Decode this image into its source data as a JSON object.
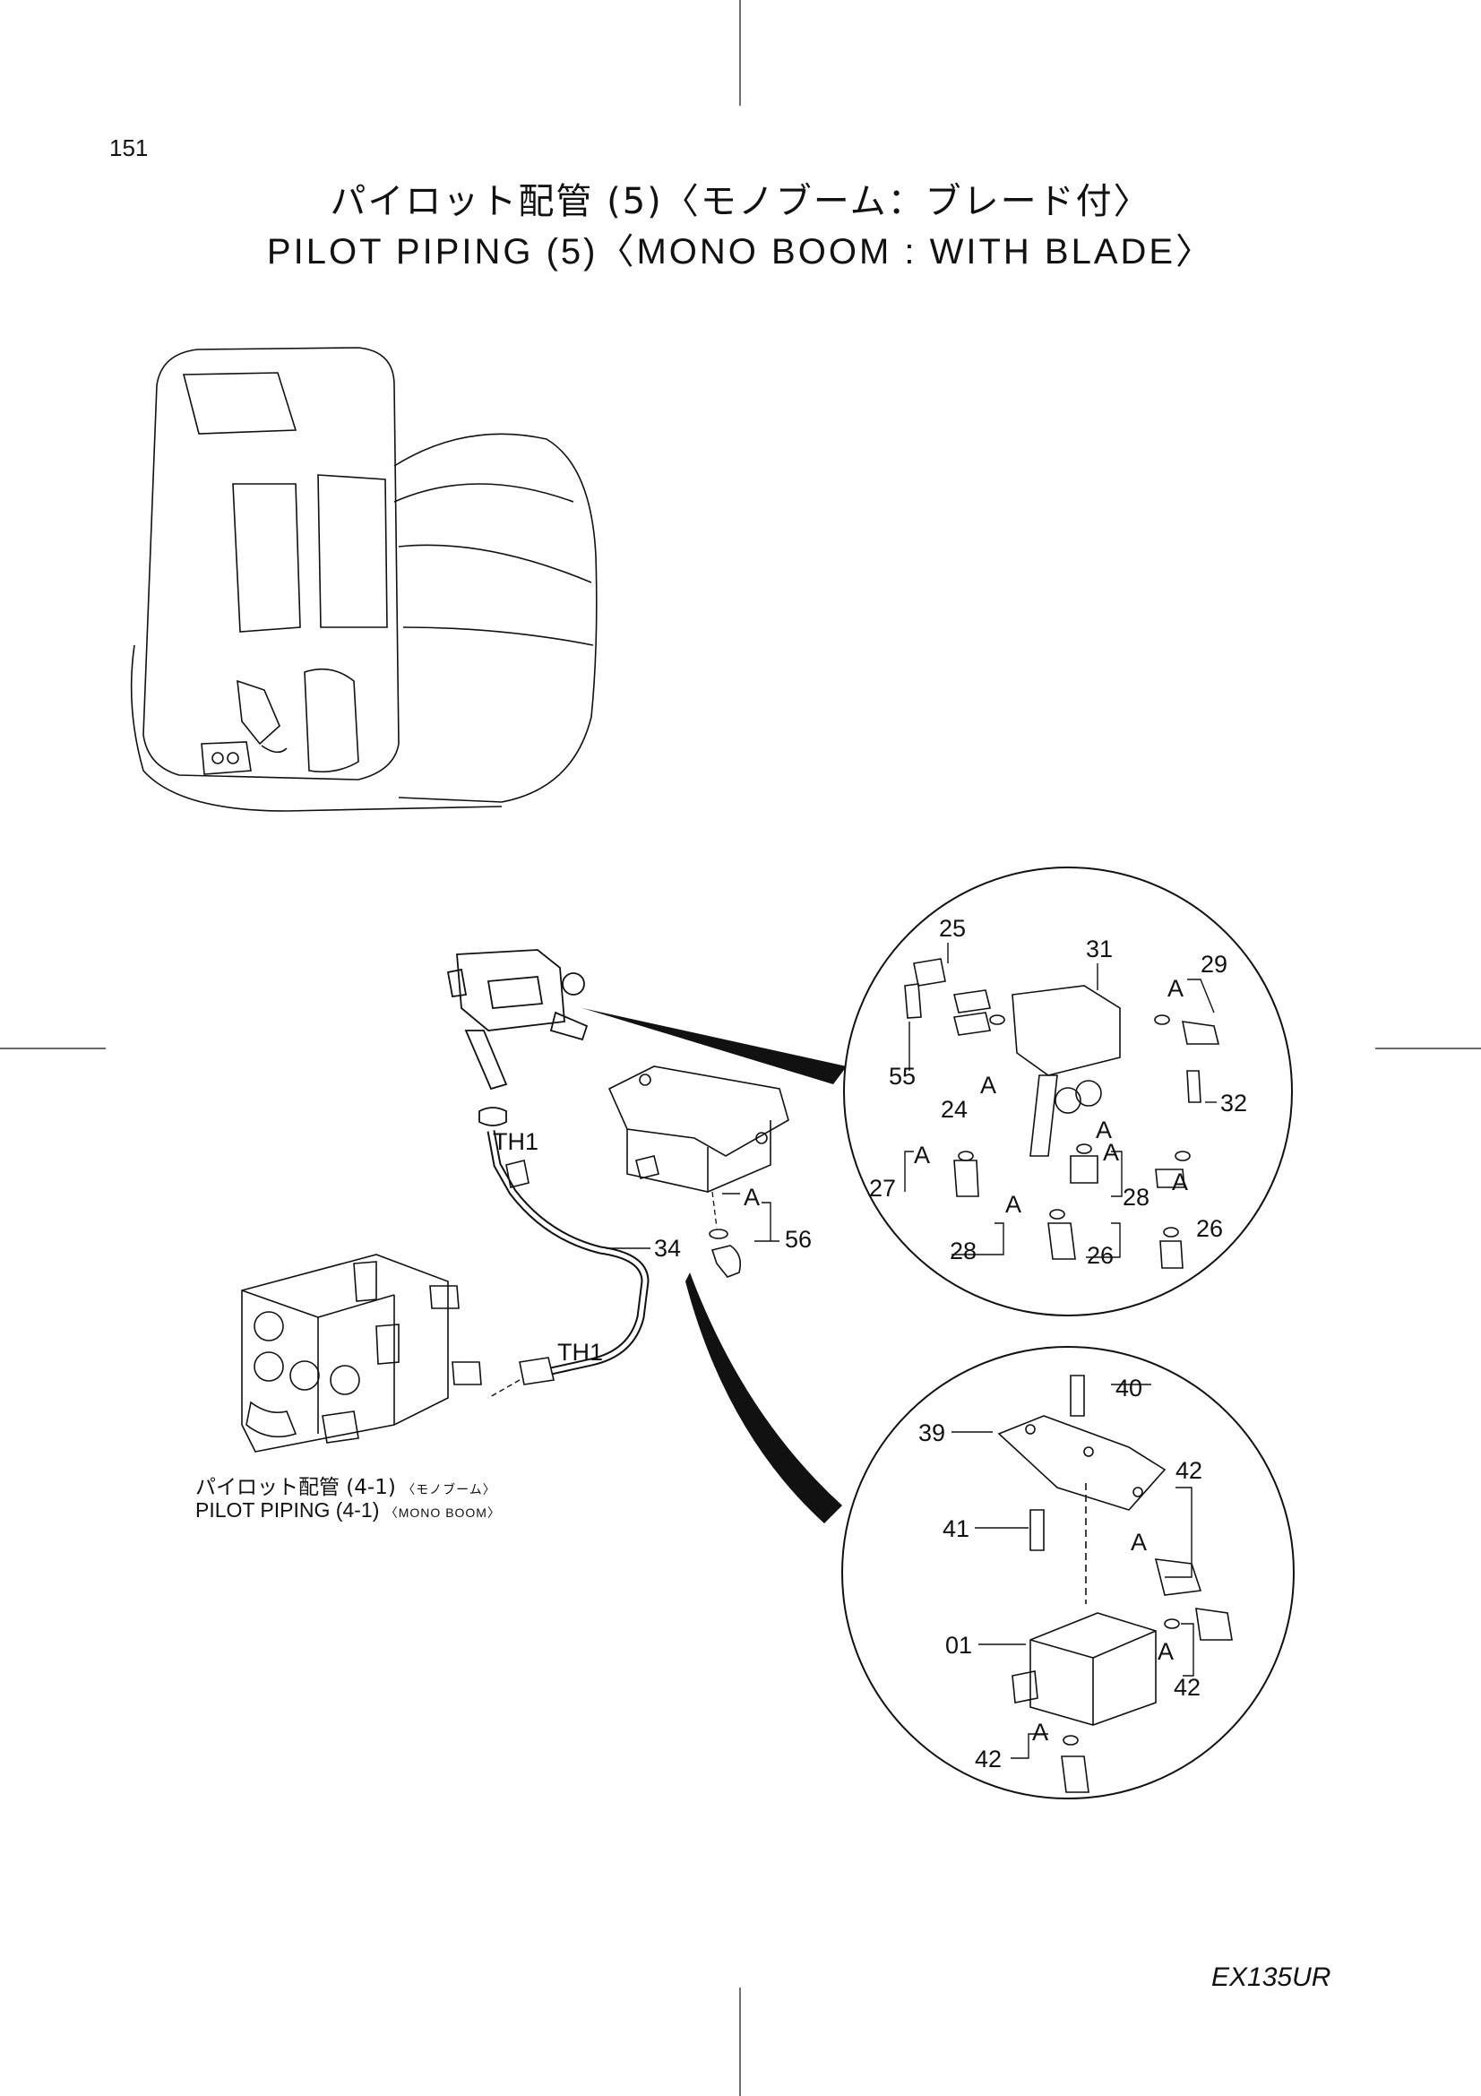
{
  "page": {
    "number": "151",
    "title_jp": "パイロット配管 (5)〈モノブーム：ブレード付〉",
    "title_en": "PILOT PIPING (5)〈MONO BOOM : WITH BLADE〉",
    "model": "EX135UR"
  },
  "reference": {
    "jp": "パイロット配管 (4-1)",
    "jp_tag": "〈モノブーム〉",
    "en": "PILOT PIPING (4-1)",
    "en_tag": "〈MONO BOOM〉"
  },
  "labels": {
    "th1_a": "TH1",
    "th1_b": "TH1",
    "p34": "34",
    "p56": "56",
    "a_main": "A",
    "p25": "25",
    "p31": "31",
    "p29": "29",
    "p55": "55",
    "p24": "24",
    "p32": "32",
    "p27": "27",
    "p28a": "28",
    "p28b": "28",
    "p26a": "26",
    "p26b": "26",
    "a1": "A",
    "a2": "A",
    "a3": "A",
    "a4": "A",
    "a5": "A",
    "a6": "A",
    "a7": "A",
    "p40": "40",
    "p39": "39",
    "p42a": "42",
    "p41": "41",
    "p01": "01",
    "p42b": "42",
    "p42c": "42",
    "a8": "A",
    "a9": "A",
    "a10": "A"
  }
}
